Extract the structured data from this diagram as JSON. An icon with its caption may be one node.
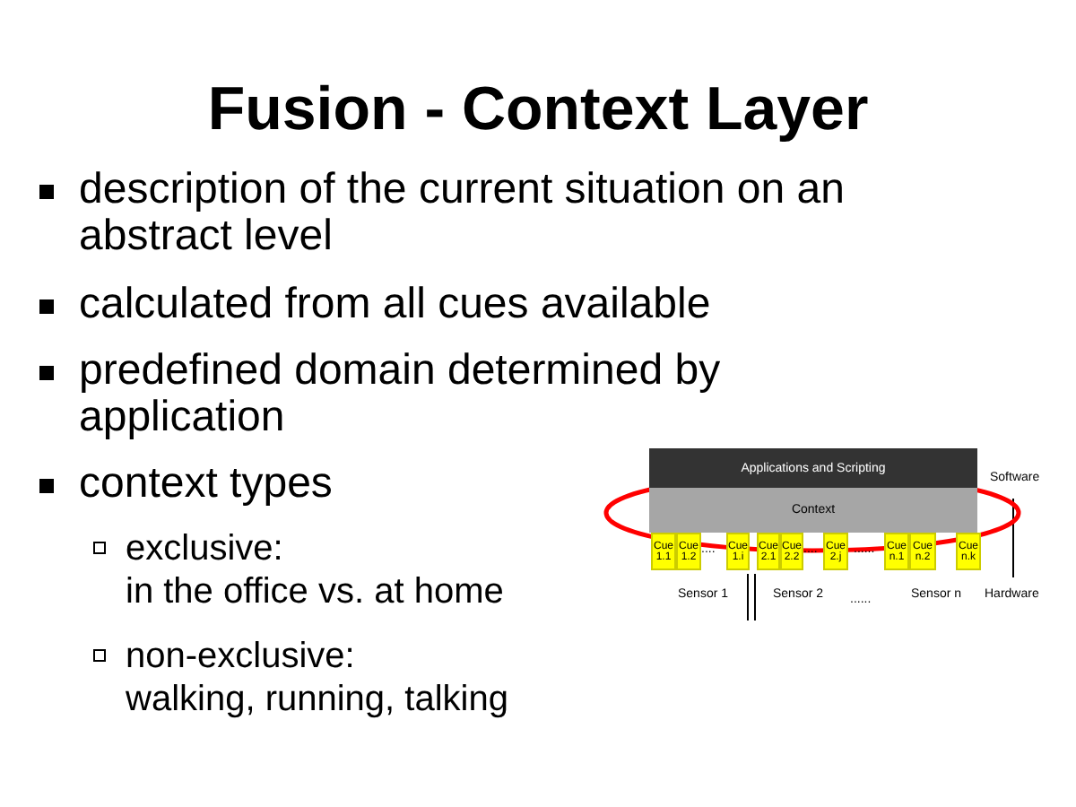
{
  "diagram": {
    "title": "Fusion - Context Layer",
    "nodes": [
      {
        "text": [
          "Applications and Scripting"
        ]
      },
      {
        "text": [
          "Context"
        ]
      },
      {
        "text": [
          "Cue 1.1"
        ]
      },
      {
        "text": [
          "Cue 1.2"
        ]
      },
      {
        "text": [
          "Cue 1.i"
        ]
      },
      {
        "text": [
          "Cue 2.1"
        ]
      },
      {
        "text": [
          "Cue 2.2"
        ]
      },
      {
        "text": [
          "Cue 2.j"
        ]
      },
      {
        "text": [
          "Cue n.1"
        ]
      },
      {
        "text": [
          "Cue n.2"
        ]
      },
      {
        "text": [
          "Cue n.k"
        ]
      }
    ],
    "labels": [
      "description of the current situation on an abstract level",
      "calculated from all cues available",
      "predefined domain determined by application",
      "context types",
      "exclusive:",
      "in the office vs. at home",
      "non-exclusive:",
      "walking, running, talking",
      "Software",
      "....",
      "....",
      "......",
      "Sensor 1",
      "Sensor 2",
      "......",
      "Sensor n",
      "Hardware"
    ]
  }
}
